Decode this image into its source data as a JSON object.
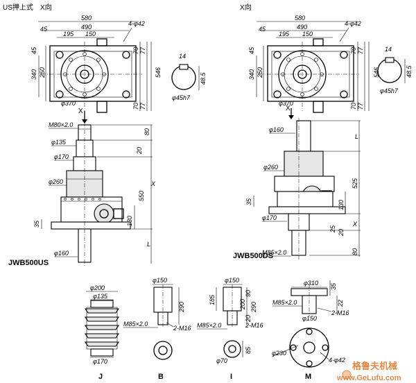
{
  "top_left": {
    "title": "US押上式",
    "view": "X向",
    "dims": {
      "w580": "580",
      "w490": "490",
      "w45": "45",
      "w195": "195",
      "w150": "150",
      "holes": "4-φ42",
      "h45": "45",
      "h340": "340",
      "h250": "250",
      "d370": "φ370",
      "h70a": "70",
      "h77a": "77",
      "h70b": "70",
      "h77b": "77",
      "h546": "546"
    }
  },
  "top_right": {
    "view": "X向",
    "dims": {
      "w580": "580",
      "w490": "490",
      "w45": "45",
      "w195": "195",
      "w150": "150",
      "holes": "4-φ42",
      "h45": "45",
      "h340": "340",
      "h250": "250",
      "d370": "φ370",
      "h70a": "70",
      "h77a": "77",
      "h70b": "70",
      "h77b": "77",
      "h546": "546"
    }
  },
  "shaft_left": {
    "key": "14",
    "depth": "48.5",
    "dia": "φ45h7"
  },
  "shaft_right": {
    "key": "14",
    "depth": "48.5",
    "dia": "φ45h7"
  },
  "us_model": {
    "label": "JWB500US",
    "x": "X",
    "thread": "M80×2.0",
    "d135": "φ135",
    "d170": "φ170",
    "d260": "φ260",
    "d160": "φ160",
    "h80": "80",
    "h20": "20",
    "x_right": "X",
    "h550": "550",
    "h130": "130",
    "h35": "35",
    "L": "L"
  },
  "ds_model": {
    "label": "JWB500DS",
    "x": "X",
    "d160": "φ160",
    "d260": "φ260",
    "d170": "φ170",
    "thread": "M85×2.0",
    "L": "L",
    "h525": "525",
    "h35": "35",
    "h130": "130",
    "h25": "25",
    "h20": "20",
    "x_right": "X",
    "h80": "80"
  },
  "parts": {
    "J": {
      "label": "J",
      "d200": "φ200",
      "d135": "φ135",
      "d170": "φ170"
    },
    "B": {
      "label": "B",
      "d150": "φ150",
      "h290": "290",
      "thread": "M85×2.0",
      "bolts": "2-M16"
    },
    "I": {
      "label": "I",
      "d150": "φ150",
      "h185": "185",
      "h200": "200",
      "h90": "90",
      "h290": "290",
      "h20": "20",
      "thread": "M85×2.0",
      "bolts": "2-M16",
      "d70": "φ70",
      "h85": "85"
    },
    "M": {
      "label": "M",
      "d310": "φ310",
      "h35": "35",
      "h22": "22",
      "thread": "M85×2.0",
      "d150": "φ150",
      "bolts": "2-M16",
      "d230": "φ230",
      "holes": "4-φ42"
    }
  },
  "watermark": {
    "cn": "格鲁夫机械",
    "url": "www.GeLufu.com"
  }
}
